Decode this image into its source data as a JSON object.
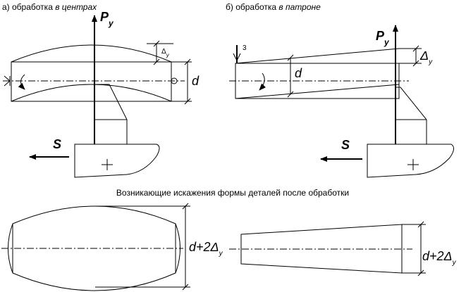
{
  "captions": {
    "left_title_prefix": "а) обработка ",
    "left_title_italic": "в центрах",
    "right_title_prefix": "б) обработка ",
    "right_title_italic": "в патроне",
    "distortion_title": "Возникающие искажения формы деталей после обработки"
  },
  "labels": {
    "force": "P",
    "force_sub": "y",
    "feed": "S",
    "diameter": "d",
    "delta": "Δ",
    "delta_sub": "y",
    "jaw_number": "3",
    "result_dim_prefix": "d+2",
    "result_dim_delta": "Δ",
    "result_dim_sub": "y"
  }
}
